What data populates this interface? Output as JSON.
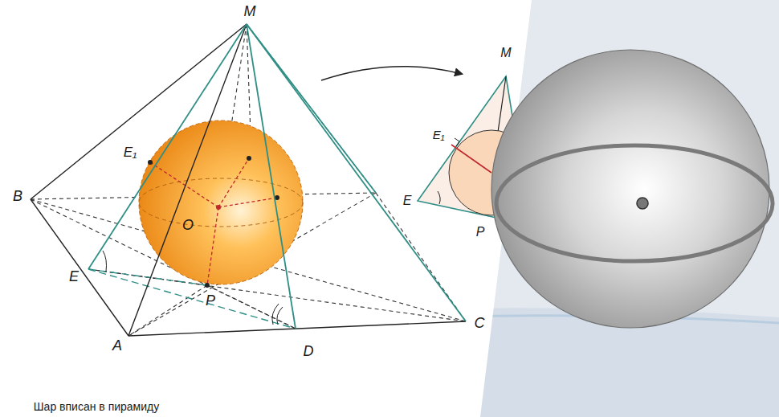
{
  "diagram": {
    "labels": [
      "M",
      "E₁",
      "B",
      "E",
      "O",
      "P",
      "A",
      "D",
      "C",
      "M",
      "E₁",
      "E",
      "P",
      "Шар вписан в пирамиду"
    ]
  }
}
